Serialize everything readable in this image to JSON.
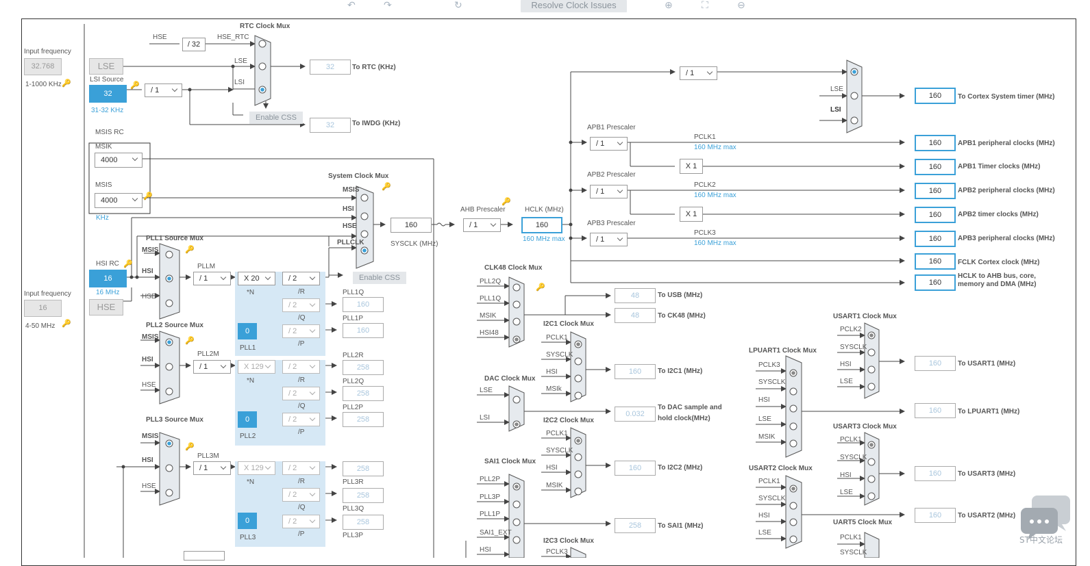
{
  "toolbar": {
    "undo_icon": "undo-icon",
    "redo_icon": "redo-icon",
    "refresh_icon": "refresh-icon",
    "resolve_label": "Resolve Clock Issues",
    "zoom_in_icon": "zoom-in-icon",
    "fit_icon": "fit-icon",
    "zoom_out_icon": "zoom-out-icon"
  },
  "rtc": {
    "title": "RTC Clock Mux",
    "hse": "HSE",
    "div": "/ 32",
    "hse_rtc": "HSE_RTC",
    "lse": "LSE",
    "lsi": "LSI",
    "out": "32",
    "out_label": "To RTC (KHz)",
    "enable_css": "Enable CSS",
    "iwdg": "32",
    "iwdg_label": "To IWDG (KHz)"
  },
  "lse": {
    "input_label": "Input frequency",
    "input_value": "32.768",
    "range": "1-1000 KHz",
    "label": "LSE"
  },
  "lsi": {
    "source": "LSI Source",
    "value": "32",
    "range": "31-32 KHz",
    "div": "/ 1"
  },
  "msis_rc": {
    "title": "MSIS RC",
    "msik_label": "MSIK",
    "msik": "4000",
    "msis_label": "MSIS",
    "msis": "4000",
    "unit": "KHz"
  },
  "hsi": {
    "title": "HSI RC",
    "value": "16",
    "note": "16 MHz"
  },
  "hse": {
    "input_label": "Input frequency",
    "input_value": "16",
    "range": "4-50 MHz",
    "label": "HSE"
  },
  "sysclk_mux": {
    "title": "System Clock Mux",
    "msis": "MSIS",
    "hsi": "HSI",
    "hse": "HSE",
    "pllclk": "PLLCLK",
    "value": "160",
    "label": "SYSCLK (MHz)",
    "enable_css": "Enable CSS"
  },
  "pll1": {
    "mux_title": "PLL1 Source Mux",
    "msis": "MSIS",
    "hsi": "HSI",
    "hse": "HSE",
    "m_label": "PLLM",
    "m": "/ 1",
    "n": "X 20",
    "n_label": "*N",
    "r": "/ 2",
    "r_label": "/R",
    "q": "/ 2",
    "q_label": "/Q",
    "p": "/ 2",
    "p_label": "/P",
    "frac": "0",
    "name": "PLL1",
    "q_out_label": "PLL1Q",
    "q_out": "160",
    "p_out_label": "PLL1P",
    "p_out": "160"
  },
  "pll2": {
    "mux_title": "PLL2 Source Mux",
    "msis": "MSIS",
    "hsi": "HSI",
    "hse": "HSE",
    "m_label": "PLL2M",
    "m": "/ 1",
    "n": "X 129",
    "n_label": "*N",
    "r": "/ 2",
    "r_label": "/R",
    "q": "/ 2",
    "q_label": "/Q",
    "p": "/ 2",
    "p_label": "/P",
    "frac": "0",
    "name": "PLL2",
    "r_out_label": "PLL2R",
    "r_out": "258",
    "q_out_label": "PLL2Q",
    "q_out": "258",
    "p_out_label": "PLL2P",
    "p_out": "258"
  },
  "pll3": {
    "mux_title": "PLL3 Source Mux",
    "msis": "MSIS",
    "hsi": "HSI",
    "hse": "HSE",
    "m_label": "PLL3M",
    "m": "/ 1",
    "n": "X 129",
    "n_label": "*N",
    "r": "/ 2",
    "r_label": "/R",
    "q": "/ 2",
    "q_label": "/Q",
    "p": "/ 2",
    "p_label": "/P",
    "frac": "0",
    "name": "PLL3",
    "r_out_label": "PLL3R",
    "r_out": "258",
    "q_out_label": "PLL3Q",
    "q_out": "258",
    "p_out_label": "PLL3P",
    "p_out": "258"
  },
  "ahb": {
    "title": "AHB Prescaler",
    "div": "/ 1",
    "hclk_label": "HCLK (MHz)",
    "hclk": "160",
    "max": "160 MHz max"
  },
  "systick": {
    "div": "/ 1",
    "lse": "LSE",
    "lsi": "LSI",
    "out": "160",
    "label": "To Cortex System timer (MHz)"
  },
  "apb1": {
    "title": "APB1 Prescaler",
    "div": "/ 1",
    "pclk": "PCLK1",
    "max": "160 MHz max",
    "periph": "160",
    "periph_label": "APB1 peripheral clocks (MHz)",
    "x": "X 1",
    "timer": "160",
    "timer_label": "APB1 Timer clocks (MHz)"
  },
  "apb2": {
    "title": "APB2 Prescaler",
    "div": "/ 1",
    "pclk": "PCLK2",
    "max": "160 MHz max",
    "periph": "160",
    "periph_label": "APB2 peripheral clocks (MHz)",
    "x": "X 1",
    "timer": "160",
    "timer_label": "APB2 timer clocks (MHz)"
  },
  "apb3": {
    "title": "APB3 Prescaler",
    "div": "/ 1",
    "pclk": "PCLK3",
    "max": "160 MHz max",
    "periph": "160",
    "periph_label": "APB3 peripheral clocks (MHz)"
  },
  "fclk": {
    "value": "160",
    "label": "FCLK Cortex clock (MHz)"
  },
  "hclk_out": {
    "value": "160",
    "label": "HCLK to AHB bus, core, memory and DMA (MHz)"
  },
  "clk48": {
    "title": "CLK48 Clock Mux",
    "in": [
      "PLL2Q",
      "PLL1Q",
      "MSIK",
      "HSI48"
    ],
    "usb": "48",
    "usb_label": "To USB (MHz)",
    "ck48": "48",
    "ck48_label": "To CK48 (MHz)"
  },
  "i2c1": {
    "title": "I2C1 Clock Mux",
    "in": [
      "PCLK1",
      "SYSCLK",
      "HSI",
      "MSIk"
    ],
    "out": "160",
    "label": "To I2C1 (MHz)"
  },
  "dac": {
    "title": "DAC Clock Mux",
    "in": [
      "LSE",
      "LSI"
    ],
    "out": "0.032",
    "label1": "To DAC sample and",
    "label2": "hold clock(MHz)"
  },
  "i2c2": {
    "title": "I2C2 Clock Mux",
    "in": [
      "PCLK1",
      "SYSCLK",
      "HSI",
      "MSIK"
    ],
    "out": "160",
    "label": "To I2C2 (MHz)"
  },
  "sai1": {
    "title": "SAI1 Clock Mux",
    "in": [
      "PLL2P",
      "PLL3P",
      "PLL1P",
      "SAI1_EXT",
      "HSI"
    ],
    "out": "258",
    "label": "To SAI1 (MHz)"
  },
  "i2c3": {
    "title": "I2C3 Clock Mux",
    "in": [
      "PCLK3"
    ]
  },
  "lpuart1": {
    "title": "LPUART1 Clock Mux",
    "in": [
      "PCLK3",
      "SYSCLK",
      "HSI",
      "LSE",
      "MSIK"
    ],
    "out": "160",
    "label": "To LPUART1 (MHz)"
  },
  "usart1": {
    "title": "USART1 Clock Mux",
    "in": [
      "PCLK2",
      "SYSCLK",
      "HSI",
      "LSE"
    ],
    "out": "160",
    "label": "To USART1 (MHz)"
  },
  "usart3": {
    "title": "USART3 Clock Mux",
    "in": [
      "PCLK1",
      "SYSCLK",
      "HSI",
      "LSE"
    ],
    "out": "160",
    "label": "To USART3 (MHz)"
  },
  "usart2": {
    "title": "USART2 Clock Mux",
    "in": [
      "PCLK1",
      "SYSCLK",
      "HSI",
      "LSE"
    ],
    "out": "160",
    "label": "To USART2 (MHz)"
  },
  "uart5": {
    "title": "UART5 Clock Mux",
    "in": [
      "PCLK1",
      "SYSCLK"
    ]
  },
  "watermark": {
    "text": "ST中文论坛",
    "icon": "chat-bubble-icon"
  }
}
